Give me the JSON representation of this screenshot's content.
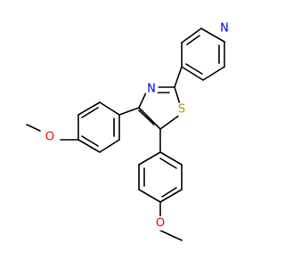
{
  "molecule": {
    "atoms": [
      {
        "id": "n_pyridine",
        "symbol": "N",
        "color": "#0000ff"
      },
      {
        "id": "n_thiazole",
        "symbol": "N",
        "color": "#0000ff"
      },
      {
        "id": "s_thiazole",
        "symbol": "S",
        "color": "#b2a000"
      },
      {
        "id": "o_methoxy_left",
        "symbol": "O",
        "color": "#ff0000"
      },
      {
        "id": "o_methoxy_bottom",
        "symbol": "O",
        "color": "#ff0000"
      }
    ]
  }
}
